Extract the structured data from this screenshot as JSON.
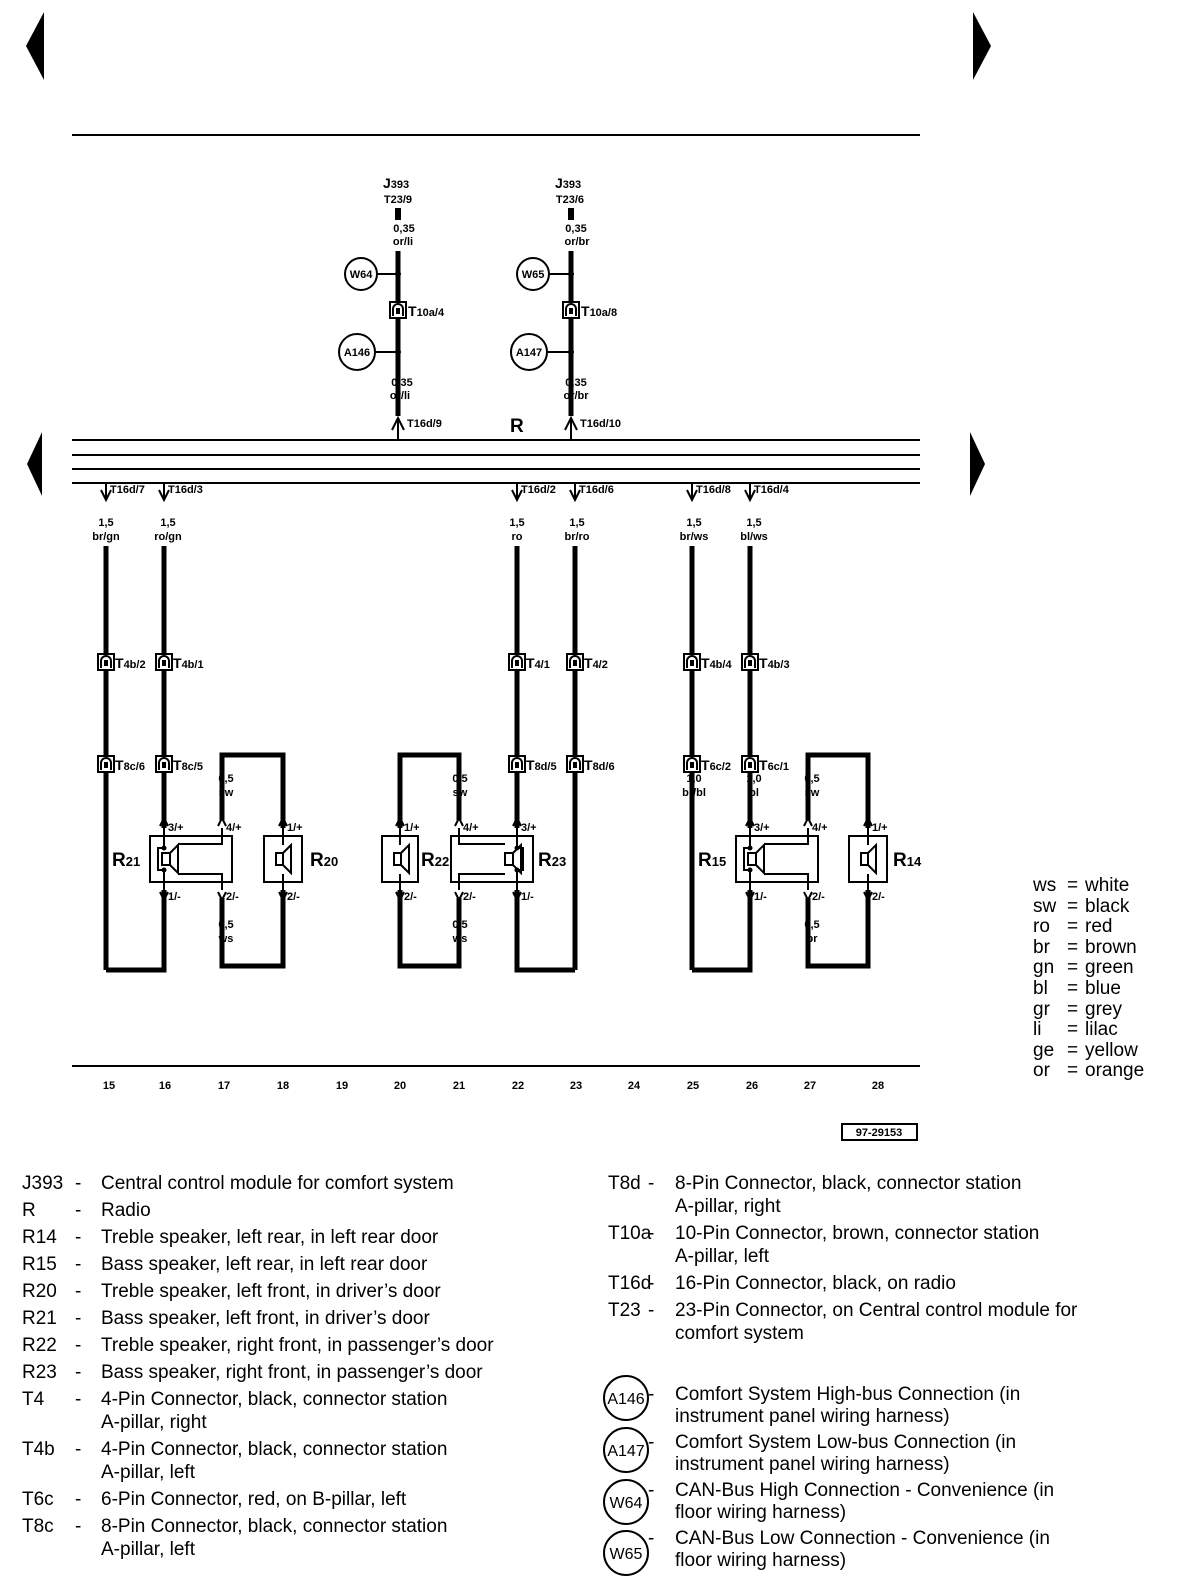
{
  "nav": {
    "prev_icon": "triangle-left-icon",
    "next_icon": "triangle-right-icon"
  },
  "top_modules": {
    "left": {
      "name": "J",
      "sub": "393",
      "pin": "T23/9",
      "size": "0,35",
      "color": "or/li",
      "ground": "W64",
      "conn": "T",
      "conn_sub": "10a/4",
      "bus": "A146",
      "size2": "0,35",
      "color2": "or/li",
      "radio_pin": "T16d/9"
    },
    "right": {
      "name": "J",
      "sub": "393",
      "pin": "T23/6",
      "size": "0,35",
      "color": "or/br",
      "ground": "W65",
      "conn": "T",
      "conn_sub": "10a/8",
      "bus": "A147",
      "size2": "0,35",
      "color2": "or/br",
      "radio_pin": "T16d/10"
    }
  },
  "radio_label": "R",
  "wires": {
    "w1": {
      "pin": "T16d/7",
      "size": "1,5",
      "color": "br/gn",
      "c1": "T",
      "c1s": "4b/2",
      "c2": "T",
      "c2s": "8c/6"
    },
    "w2": {
      "pin": "T16d/3",
      "size": "1,5",
      "color": "ro/gn",
      "c1": "T",
      "c1s": "4b/1",
      "c2": "T",
      "c2s": "8c/5"
    },
    "w3": {
      "pin": "T16d/2",
      "size": "1,5",
      "color": "ro",
      "c1": "T",
      "c1s": "4/1",
      "c2": "T",
      "c2s": "8d/5"
    },
    "w4": {
      "pin": "T16d/6",
      "size": "1,5",
      "color": "br/ro",
      "c1": "T",
      "c1s": "4/2",
      "c2": "T",
      "c2s": "8d/6"
    },
    "w5": {
      "pin": "T16d/8",
      "size": "1,5",
      "color": "br/ws",
      "c1": "T",
      "c1s": "4b/4",
      "c2": "T",
      "c2s": "6c/2",
      "size2": "1,0",
      "color2": "br/bl"
    },
    "w6": {
      "pin": "T16d/4",
      "size": "1,5",
      "color": "bl/ws",
      "c1": "T",
      "c1s": "4b/3",
      "c2": "T",
      "c2s": "6c/1",
      "size2": "1,0",
      "color2": "bl"
    }
  },
  "links": {
    "l1": {
      "size": "0,5",
      "color": "sw",
      "size2": "0,5",
      "color2": "ws"
    },
    "l2": {
      "size": "0,5",
      "color": "sw",
      "size2": "0,5",
      "color2": "ws"
    },
    "l3": {
      "size": "0,5",
      "color": "sw",
      "size2": "0,5",
      "color2": "br"
    }
  },
  "pins": {
    "p3": "3/+",
    "p4": "4/+",
    "p1": "1/+",
    "p1m": "1/-",
    "p2m": "2/-"
  },
  "speakers": {
    "R21": {
      "name": "R",
      "sub": "21"
    },
    "R20": {
      "name": "R",
      "sub": "20"
    },
    "R22": {
      "name": "R",
      "sub": "22"
    },
    "R23": {
      "name": "R",
      "sub": "23"
    },
    "R15": {
      "name": "R",
      "sub": "15"
    },
    "R14": {
      "name": "R",
      "sub": "14"
    }
  },
  "grid_numbers": [
    "15",
    "16",
    "17",
    "18",
    "19",
    "20",
    "21",
    "22",
    "23",
    "24",
    "25",
    "26",
    "27",
    "28"
  ],
  "figure_id": "97-29153",
  "color_key": [
    {
      "code": "ws",
      "name": "white"
    },
    {
      "code": "sw",
      "name": "black"
    },
    {
      "code": "ro",
      "name": "red"
    },
    {
      "code": "br",
      "name": "brown"
    },
    {
      "code": "gn",
      "name": "green"
    },
    {
      "code": "bl",
      "name": "blue"
    },
    {
      "code": "gr",
      "name": "grey"
    },
    {
      "code": "li",
      "name": "lilac"
    },
    {
      "code": "ge",
      "name": "yellow"
    },
    {
      "code": "or",
      "name": "orange"
    }
  ],
  "legend_left": [
    {
      "code": "J393",
      "text": "Central control module for comfort system"
    },
    {
      "code": "R",
      "text": "Radio"
    },
    {
      "code": "R14",
      "text": "Treble speaker, left rear, in left rear door"
    },
    {
      "code": "R15",
      "text": "Bass speaker, left rear, in left rear door"
    },
    {
      "code": "R20",
      "text": "Treble speaker, left front, in driver’s door"
    },
    {
      "code": "R21",
      "text": "Bass speaker, left front, in driver’s door"
    },
    {
      "code": "R22",
      "text": "Treble speaker, right front, in passenger’s door"
    },
    {
      "code": "R23",
      "text": "Bass speaker, right front, in passenger’s door"
    },
    {
      "code": "T4",
      "text": "4-Pin Connector, black,  connector station",
      "text2": "A-pillar, right"
    },
    {
      "code": "T4b",
      "text": "4-Pin Connector, black,  connector station",
      "text2": "A-pillar, left"
    },
    {
      "code": "T6c",
      "text": "6-Pin Connector, red, on B-pillar, left"
    },
    {
      "code": "T8c",
      "text": "8-Pin Connector, black, connector station",
      "text2": "A-pillar, left"
    }
  ],
  "legend_right": [
    {
      "code": "T8d",
      "text": "8-Pin Connector, black, connector station",
      "text2": "A-pillar, right"
    },
    {
      "code": "T10a",
      "text": "10-Pin Connector, brown, connector station",
      "text2": "A-pillar, left"
    },
    {
      "code": "T16d",
      "text": "16-Pin Connector, black, on radio"
    },
    {
      "code": "T23",
      "text": "23-Pin Connector, on Central control module for",
      "text2": "comfort system"
    }
  ],
  "legend_circles": [
    {
      "code": "A146",
      "text": "Comfort System High-bus Connection (in",
      "text2": "instrument panel wiring harness)"
    },
    {
      "code": "A147",
      "text": "Comfort System Low-bus Connection (in",
      "text2": "instrument panel wiring harness)"
    },
    {
      "code": "W64",
      "text": "CAN-Bus High Connection - Convenience (in",
      "text2": "floor wiring harness)"
    },
    {
      "code": "W65",
      "text": "CAN-Bus Low Connection - Convenience (in",
      "text2": "floor wiring harness)"
    }
  ],
  "dash": "-"
}
